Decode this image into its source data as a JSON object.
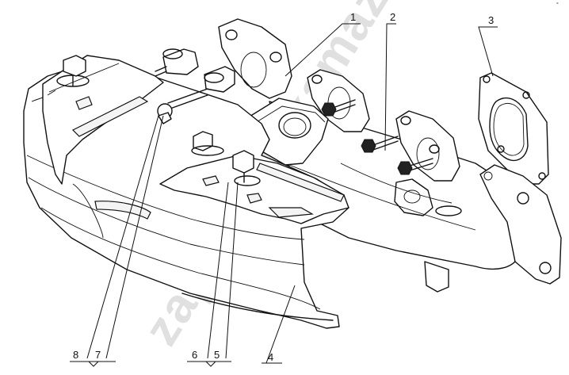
{
  "diagram": {
    "callouts": {
      "c1": "1",
      "c2": "2",
      "c3": "3",
      "c4": "4",
      "c5": "5",
      "c6": "6",
      "c7": "7",
      "c8": "8"
    },
    "watermark": "zapchasti-kamaz.ru",
    "corner_mark": "°"
  }
}
